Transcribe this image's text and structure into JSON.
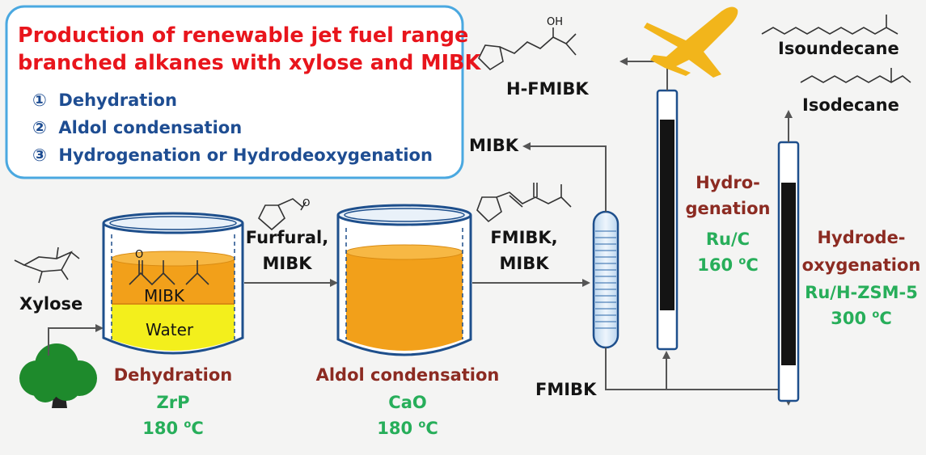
{
  "info_box": {
    "title_line1": "Production of renewable jet fuel range",
    "title_line2": "branched alkanes with xylose and MIBK",
    "steps": [
      {
        "marker": "①",
        "text": "Dehydration"
      },
      {
        "marker": "②",
        "text": "Aldol condensation"
      },
      {
        "marker": "③",
        "text": "Hydrogenation or Hydrodeoxygenation"
      }
    ]
  },
  "feed": {
    "xylose": "Xylose"
  },
  "reactor1": {
    "upper_phase": "MIBK",
    "lower_phase": "Water",
    "name": "Dehydration",
    "catalyst": "ZrP",
    "temp_value": "180",
    "temp_unit": "C",
    "temp_degree": "o"
  },
  "stream1": {
    "line1": "Furfural,",
    "line2": "MIBK"
  },
  "reactor2": {
    "name": "Aldol condensation",
    "catalyst": "CaO",
    "temp_value": "180",
    "temp_unit": "C",
    "temp_degree": "o"
  },
  "stream2": {
    "line1": "FMIBK,",
    "line2": "MIBK"
  },
  "recycle": {
    "mibk": "MIBK",
    "fmibk": "FMIBK"
  },
  "hydrogenation": {
    "name_line1": "Hydro-",
    "name_line2": "genation",
    "catalyst": "Ru/C",
    "temp_value": "160",
    "temp_unit": "C",
    "temp_degree": "o",
    "product": "H-FMIBK"
  },
  "hdo": {
    "name_line1": "Hydrode-",
    "name_line2": "oxygenation",
    "catalyst": "Ru/H-ZSM-5",
    "temp_value": "300",
    "temp_unit": "C",
    "temp_degree": "o",
    "product1": "Isoundecane",
    "product2": "Isodecane"
  },
  "molecule_labels": {
    "ketone_o": "O",
    "aldehyde_o": "O",
    "hydroxyl": "OH"
  },
  "colors": {
    "title": "#e8151c",
    "step_text": "#1e4d92",
    "box_border": "#4aa8e0",
    "brown": "#8c2b22",
    "green": "#27ae5a",
    "mibk_phase": "#f2a01a",
    "water_phase": "#f3ef1c",
    "reactor_outline": "#1e4f8c",
    "plane": "#f2b51b",
    "tree": "#1e8a2c"
  }
}
